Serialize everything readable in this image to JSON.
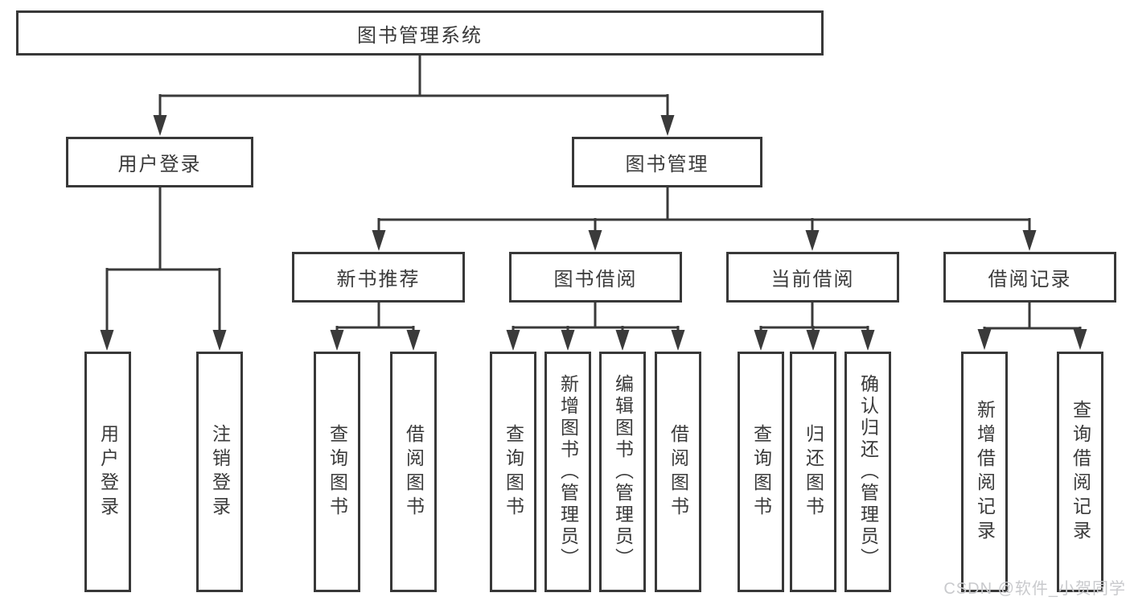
{
  "diagram": {
    "root": {
      "label": "图书管理系统"
    },
    "branches": {
      "user": {
        "label": "用户登录",
        "children": [
          {
            "label": "用户登录"
          },
          {
            "label": "注销登录"
          }
        ]
      },
      "book": {
        "label": "图书管理",
        "groups": [
          {
            "label": "新书推荐",
            "children": [
              {
                "label": "查询图书"
              },
              {
                "label": "借阅图书"
              }
            ]
          },
          {
            "label": "图书借阅",
            "children": [
              {
                "label": "查询图书"
              },
              {
                "label": "新增图书（管理员）"
              },
              {
                "label": "编辑图书（管理员）"
              },
              {
                "label": "借阅图书"
              }
            ]
          },
          {
            "label": "当前借阅",
            "children": [
              {
                "label": "查询图书"
              },
              {
                "label": "归还图书"
              },
              {
                "label": "确认归还（管理员）"
              }
            ]
          },
          {
            "label": "借阅记录",
            "children": [
              {
                "label": "新增借阅记录"
              },
              {
                "label": "查询借阅记录"
              }
            ]
          }
        ]
      }
    }
  },
  "watermark": {
    "text": "CSDN @软件_小贺同学"
  },
  "colors": {
    "line": "#3a3a3a",
    "box_border": "#383838",
    "box_bg": "#ffffff",
    "text": "#333333",
    "watermark": "#c9cacd",
    "background": "#ffffff"
  }
}
